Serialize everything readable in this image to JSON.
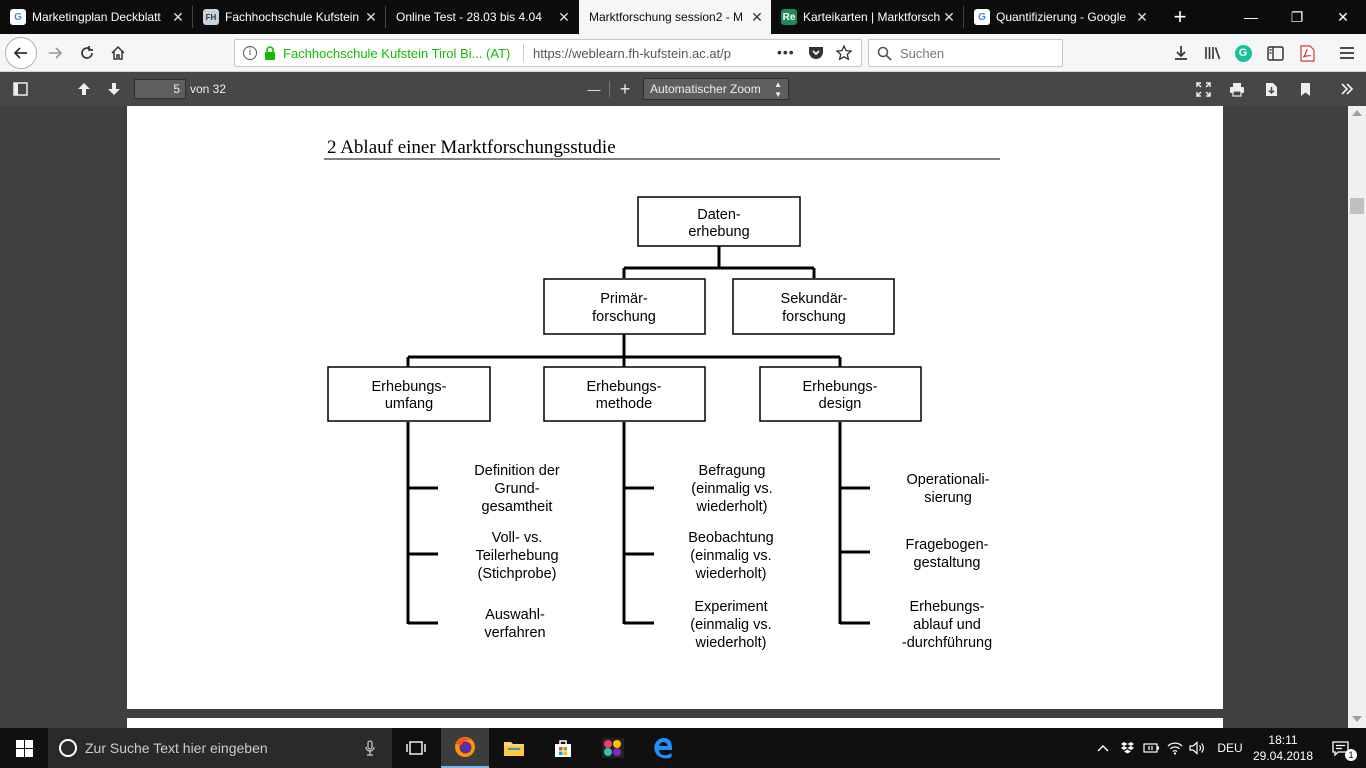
{
  "tabs": [
    {
      "label": "Marketingplan Deckblatt",
      "favicon": "G",
      "favicon_color": "#4285f4",
      "active": false
    },
    {
      "label": "Fachhochschule Kufstein",
      "favicon": "FH",
      "favicon_color": "#8aa0b8",
      "active": false
    },
    {
      "label": "Online Test - 28.03 bis 4.04",
      "favicon": "",
      "favicon_color": "",
      "active": false
    },
    {
      "label": "Marktforschung session2 - M",
      "favicon": "",
      "favicon_color": "",
      "active": true
    },
    {
      "label": "Karteikarten | Marktforsch",
      "favicon": "Re",
      "favicon_color": "#1e8c5a",
      "active": false
    },
    {
      "label": "Quantifizierung - Google",
      "favicon": "G",
      "favicon_color": "#4285f4",
      "active": false
    }
  ],
  "window_controls": {
    "new_tab": "+",
    "minimize": "—",
    "restore": "❐",
    "close": "✕"
  },
  "navbar": {
    "site_identity": "Fachhochschule Kufstein Tirol Bi... (AT)",
    "url": "https://weblearn.fh-kufstein.ac.at/p",
    "page_actions": "•••",
    "search_placeholder": "Suchen"
  },
  "pdf_toolbar": {
    "page_number": "5",
    "page_total": "von 32",
    "zoom_minus": "—",
    "zoom_plus": "+",
    "zoom_label": "Automatischer Zoom"
  },
  "document": {
    "heading": "2 Ablauf einer Marktforschungsstudie",
    "root": [
      "Daten-",
      "erhebung"
    ],
    "level1": [
      [
        "Primär-",
        "forschung"
      ],
      [
        "Sekundär-",
        "forschung"
      ]
    ],
    "level2": [
      {
        "box": [
          "Erhebungs-",
          "umfang"
        ],
        "items": [
          [
            "Definition der",
            "Grund-",
            "gesamtheit"
          ],
          [
            "Voll- vs.",
            "Teilerhebung",
            "(Stichprobe)"
          ],
          [
            "Auswahl-",
            "verfahren"
          ]
        ]
      },
      {
        "box": [
          "Erhebungs-",
          "methode"
        ],
        "items": [
          [
            "Befragung",
            "(einmalig vs.",
            "wiederholt)"
          ],
          [
            "Beobachtung",
            "(einmalig vs.",
            "wiederholt)"
          ],
          [
            "Experiment",
            "(einmalig vs.",
            "wiederholt)"
          ]
        ]
      },
      {
        "box": [
          "Erhebungs-",
          "design"
        ],
        "items": [
          [
            "Operationali-",
            "sierung"
          ],
          [
            "Fragebogen-",
            "gestaltung"
          ],
          [
            "Erhebungs-",
            "ablauf und",
            "-durchführung"
          ]
        ]
      }
    ]
  },
  "taskbar": {
    "search_placeholder": "Zur Suche Text hier eingeben",
    "language": "DEU",
    "time": "18:11",
    "date": "29.04.2018",
    "notification_count": "1"
  },
  "colors": {
    "tab_bg": "#0c0c0c",
    "active_tab_bg": "#f5f6f7",
    "pdf_toolbar_bg": "#474749",
    "viewer_bg": "#404040",
    "secure_green": "#12bc00"
  }
}
